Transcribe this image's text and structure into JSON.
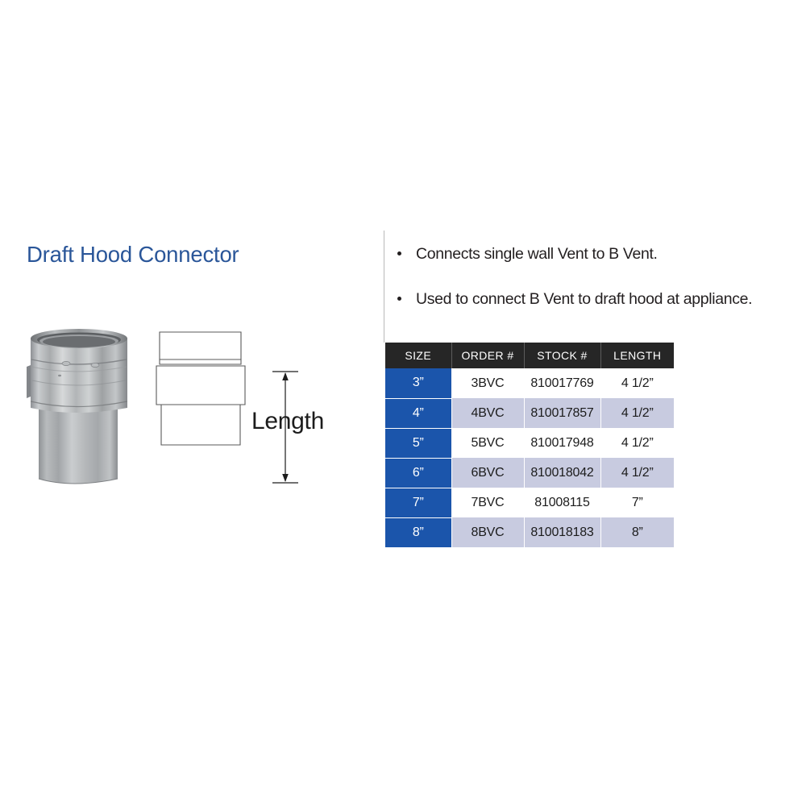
{
  "product": {
    "title": "Draft Hood Connector",
    "title_color": "#2a5699"
  },
  "diagram": {
    "length_label": "Length",
    "photo_alt": "draft-hood-connector-photo",
    "drawing_alt": "draft-hood-connector-line-drawing"
  },
  "features": {
    "items": [
      "Connects single wall Vent to B Vent.",
      "Used to connect B Vent to draft hood at appliance."
    ]
  },
  "spec_table": {
    "headers": [
      "SIZE",
      "ORDER #",
      "STOCK #",
      "LENGTH"
    ],
    "header_bg": "#262626",
    "size_cell_bg": "#1b55ab",
    "alt_row_bg": "#c8cbe0",
    "rows": [
      {
        "size": "3”",
        "order": "3BVC",
        "stock": "810017769",
        "length": "4 1/2”"
      },
      {
        "size": "4”",
        "order": "4BVC",
        "stock": "810017857",
        "length": "4 1/2”"
      },
      {
        "size": "5”",
        "order": "5BVC",
        "stock": "810017948",
        "length": "4 1/2”"
      },
      {
        "size": "6”",
        "order": "6BVC",
        "stock": "810018042",
        "length": "4 1/2”"
      },
      {
        "size": "7”",
        "order": "7BVC",
        "stock": "81008115",
        "length": "7”"
      },
      {
        "size": "8”",
        "order": "8BVC",
        "stock": "810018183",
        "length": "8”"
      }
    ]
  }
}
